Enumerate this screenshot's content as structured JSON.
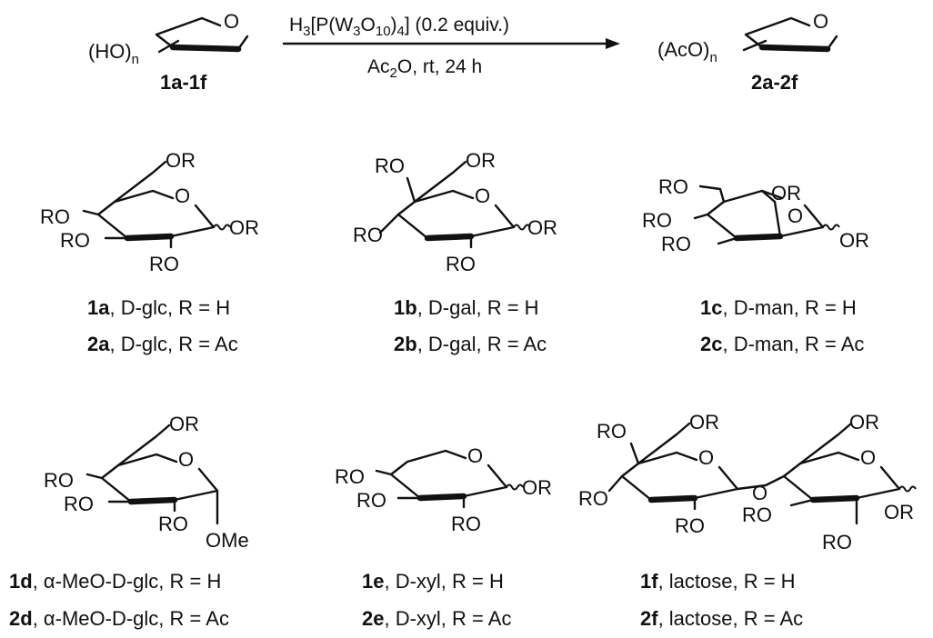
{
  "reaction": {
    "reactant_group": "(HO)",
    "reactant_sub": "n",
    "reactant_label": "1a-1f",
    "product_group": "(AcO)",
    "product_sub": "n",
    "product_label": "2a-2f",
    "catalyst": {
      "a": "H",
      "s1": "3",
      "b": "[P(W",
      "s2": "3",
      "c": "O",
      "s3": "10",
      "d": ")",
      "s4": "4",
      "e": "] (0.2 equiv.)"
    },
    "conditions": {
      "a": "Ac",
      "s1": "2",
      "b": "O, rt, 24 h"
    }
  },
  "atoms": {
    "O": "O",
    "OR": "OR",
    "RO": "RO",
    "OMe": "OMe"
  },
  "captions": [
    {
      "id": "1a",
      "text": ", D-glc, R = H"
    },
    {
      "id": "2a",
      "text": ", D-glc, R = Ac"
    },
    {
      "id": "1b",
      "text": ", D-gal, R = H"
    },
    {
      "id": "2b",
      "text": ", D-gal, R = Ac"
    },
    {
      "id": "1c",
      "text": ", D-man, R = H"
    },
    {
      "id": "2c",
      "text": ", D-man, R = Ac"
    },
    {
      "id": "1d",
      "text": ", α-MeO-D-glc, R = H"
    },
    {
      "id": "2d",
      "text": ", α-MeO-D-glc, R = Ac"
    },
    {
      "id": "1e",
      "text": ", D-xyl, R = H"
    },
    {
      "id": "2e",
      "text": ", D-xyl, R = Ac"
    },
    {
      "id": "1f",
      "text": ", lactose, R = H"
    },
    {
      "id": "2f",
      "text": ", lactose, R = Ac"
    }
  ]
}
